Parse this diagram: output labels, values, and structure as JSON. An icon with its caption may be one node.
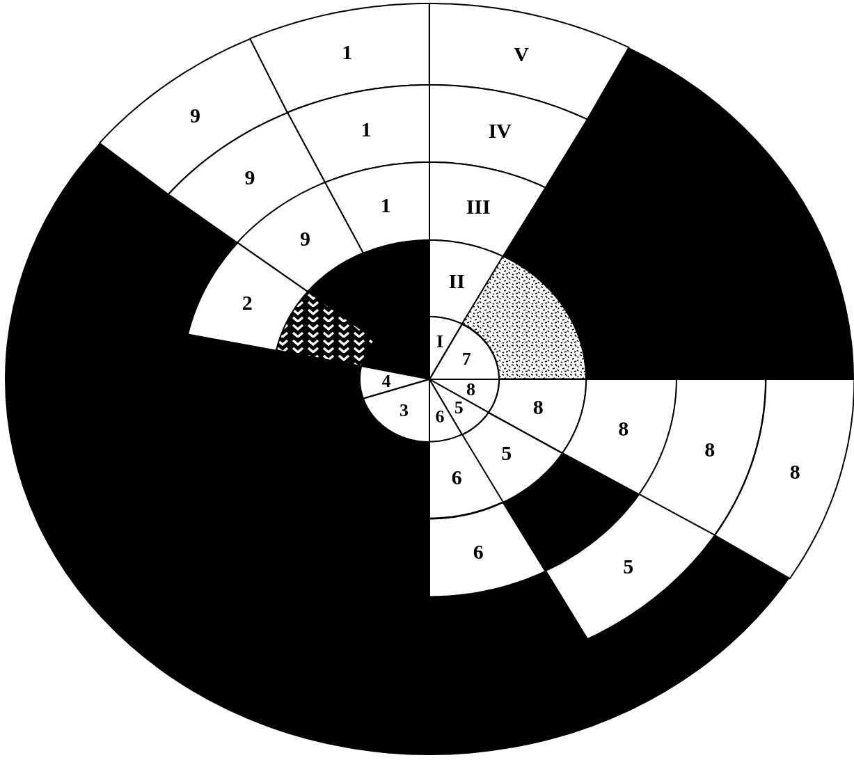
{
  "diagram": {
    "nodes": [
      {
        "text": [
          "1"
        ]
      },
      {
        "text": [
          "V"
        ]
      },
      {
        "text": [
          "9"
        ]
      },
      {
        "text": [
          "1"
        ]
      },
      {
        "text": [
          "IV"
        ]
      },
      {
        "text": [
          "9"
        ]
      },
      {
        "text": [
          "1"
        ]
      },
      {
        "text": [
          "III"
        ]
      },
      {
        "text": [
          "9"
        ]
      },
      {
        "text": [
          "II"
        ]
      },
      {
        "text": [
          "2"
        ]
      },
      {
        "text": [
          "I"
        ]
      },
      {
        "text": [
          "7"
        ]
      },
      {
        "text": [
          "4"
        ]
      },
      {
        "text": [
          "8"
        ]
      },
      {
        "text": [
          "8"
        ]
      },
      {
        "text": [
          "3"
        ]
      },
      {
        "text": [
          "5"
        ]
      },
      {
        "text": [
          "6"
        ]
      },
      {
        "text": [
          "8"
        ]
      },
      {
        "text": [
          "8"
        ]
      },
      {
        "text": [
          "8"
        ]
      },
      {
        "text": [
          "5"
        ]
      },
      {
        "text": [
          "6"
        ]
      },
      {
        "text": [
          "6"
        ]
      },
      {
        "text": [
          "5"
        ]
      },
      {
        "text": [],
        "shape": "sector"
      },
      {
        "text": [],
        "shape": "sector"
      }
    ],
    "edges": []
  }
}
